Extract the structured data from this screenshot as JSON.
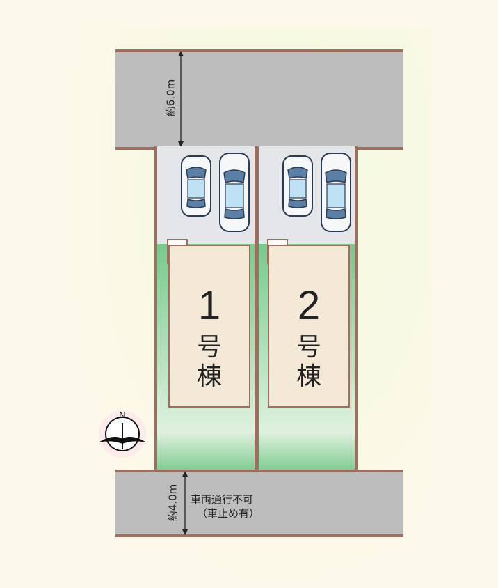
{
  "dimensions": {
    "top_road": "約6.0m",
    "bottom_road": "約4.0m"
  },
  "notes": {
    "line1": "車両通行不可",
    "line2": "（車止め有）"
  },
  "buildings": [
    {
      "number": "1",
      "gou": "号",
      "tou": "棟"
    },
    {
      "number": "2",
      "gou": "号",
      "tou": "棟"
    }
  ],
  "compass": {
    "label": "N",
    "icon": "north-arrow-icon"
  },
  "colors": {
    "road": "#bdbdbd",
    "boundary": "#9c6f60",
    "garden": "#79c98d",
    "house": "#f4e8d7",
    "parking": "#e4e6e9"
  }
}
